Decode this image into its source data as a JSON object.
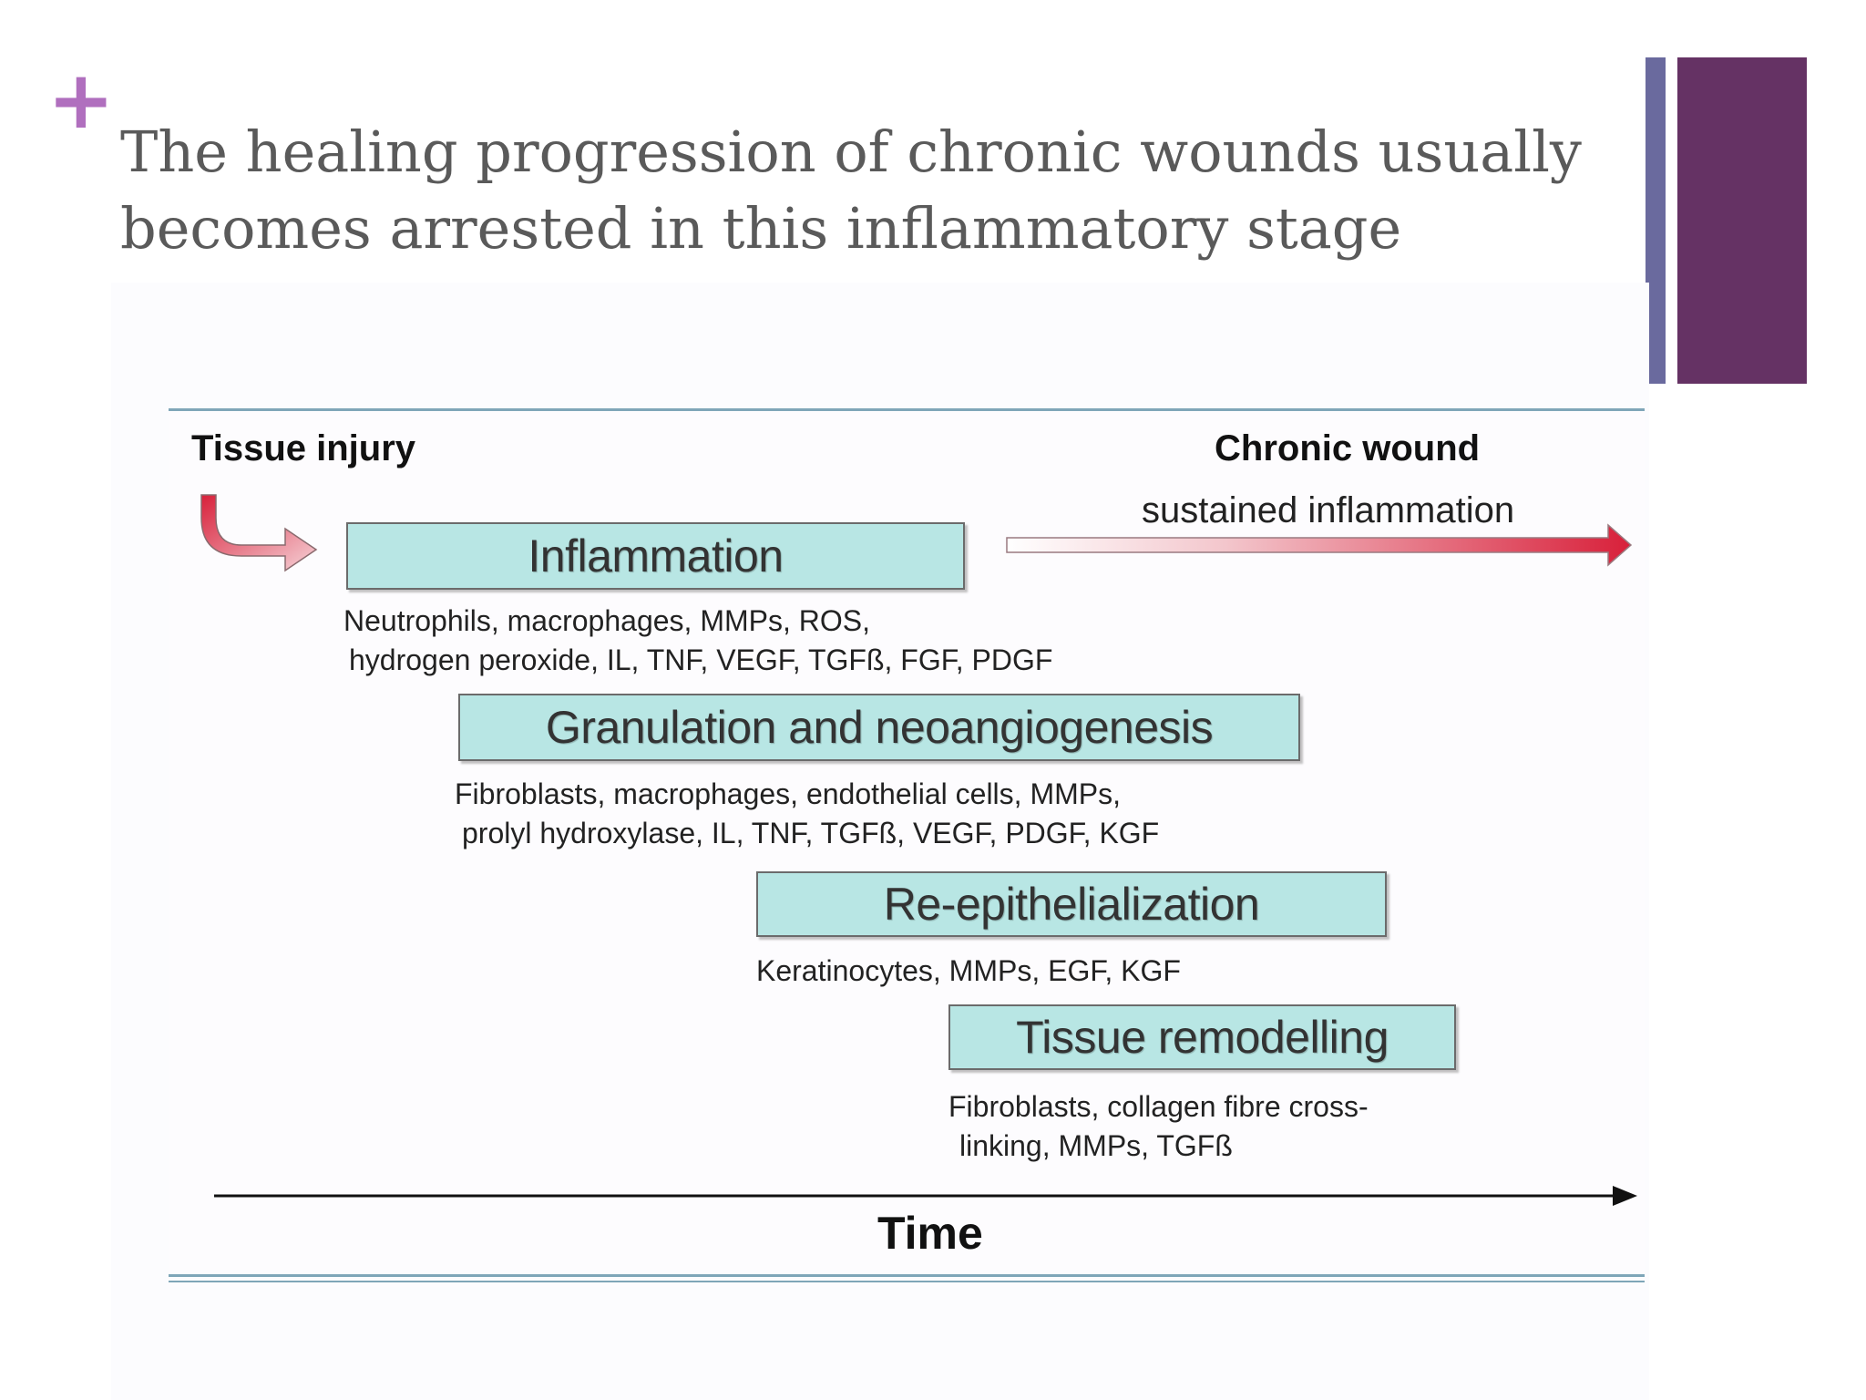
{
  "slide": {
    "plus_symbol": "+",
    "title": "The healing progression of chronic wounds usually becomes arrested in this inflammatory stage",
    "colors": {
      "plus": "#b06fbe",
      "title": "#5a5a5a",
      "accent_thin": "#6a6a9e",
      "accent_wide": "#653264"
    }
  },
  "figure": {
    "tissue_injury": "Tissue injury",
    "chronic_wound": "Chronic wound",
    "sustained_inflammation": "sustained inflammation",
    "time_label": "Time",
    "colors": {
      "box_fill": "#b8e6e4",
      "rule": "#7fa6b8",
      "red_arrow": "#d8203a"
    },
    "stages": [
      {
        "name": "Inflammation",
        "details": [
          "Neutrophils, macrophages, MMPs, ROS,",
          "hydrogen peroxide, IL, TNF, VEGF, TGFß, FGF, PDGF"
        ]
      },
      {
        "name": "Granulation and neoangiogenesis",
        "details": [
          "Fibroblasts, macrophages, endothelial cells, MMPs,",
          "prolyl hydroxylase, IL, TNF, TGFß, VEGF, PDGF, KGF"
        ]
      },
      {
        "name": "Re-epithelialization",
        "details": [
          "Keratinocytes, MMPs, EGF, KGF"
        ]
      },
      {
        "name": "Tissue remodelling",
        "details": [
          "Fibroblasts, collagen fibre cross-",
          "linking, MMPs, TGFß"
        ]
      }
    ]
  }
}
